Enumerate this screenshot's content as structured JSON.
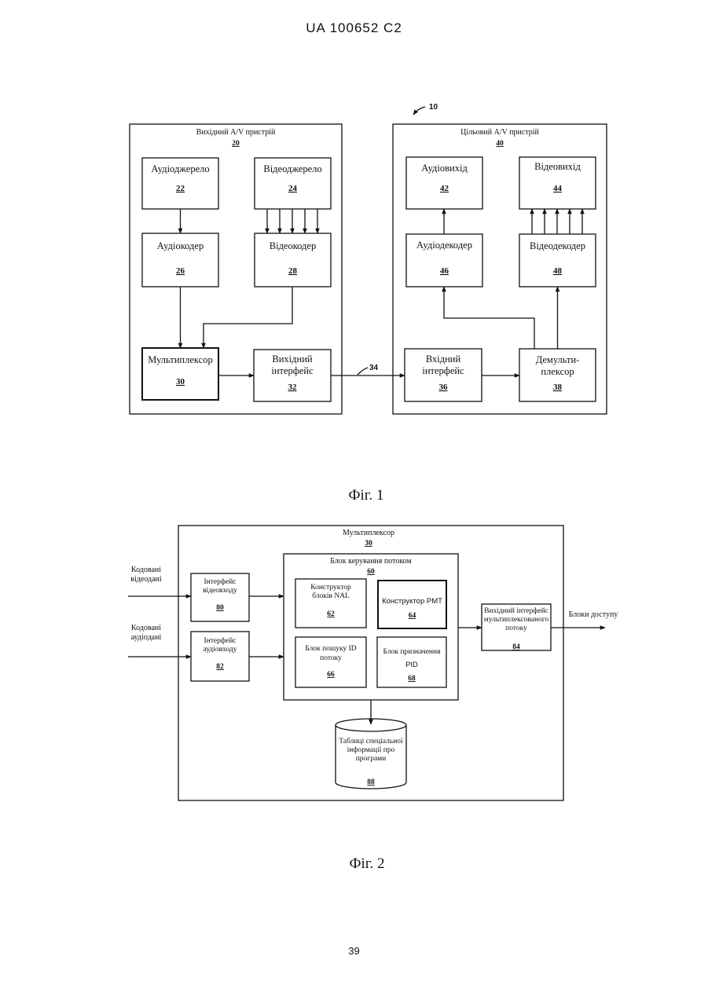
{
  "header": "UA   100652   C2",
  "page_number": "39",
  "fig1": {
    "ref": "10",
    "caption": "Фіг. 1",
    "line_ref": "34",
    "source": {
      "title": "Вихідний A/V пристрій",
      "num": "20",
      "audio_source": {
        "label": "Аудіоджерело",
        "num": "22"
      },
      "video_source": {
        "label": "Відеоджерело",
        "num": "24"
      },
      "audio_encoder": {
        "label": "Аудіокодер",
        "num": "26"
      },
      "video_encoder": {
        "label": "Відеокодер",
        "num": "28"
      },
      "multiplexer": {
        "label": "Мультиплексор",
        "num": "30"
      },
      "output_interface": {
        "line1": "Вихідний",
        "line2": "інтерфейс",
        "num": "32"
      }
    },
    "destination": {
      "title": "Цільовий A/V пристрій",
      "num": "40",
      "audio_output": {
        "label": "Аудіовихід",
        "num": "42"
      },
      "video_output": {
        "label": "Відеовихід",
        "num": "44"
      },
      "audio_decoder": {
        "label": "Аудіодекодер",
        "num": "46"
      },
      "video_decoder": {
        "label": "Відеодекодер",
        "num": "48"
      },
      "input_interface": {
        "line1": "Вхідний",
        "line2": "інтерфейс",
        "num": "36"
      },
      "demultiplexer": {
        "line1": "Демульти-",
        "line2": "плексор",
        "num": "38"
      }
    }
  },
  "fig2": {
    "caption": "Фіг. 2",
    "multiplexer": {
      "title": "Мультиплексор",
      "num": "30"
    },
    "coded_video": {
      "line1": "Кодовані",
      "line2": "відеодані"
    },
    "coded_audio": {
      "line1": "Кодовані",
      "line2": "аудіодані"
    },
    "video_input_interface": {
      "line1": "Інтерфейс",
      "line2": "відеовходу",
      "num": "80"
    },
    "audio_input_interface": {
      "line1": "Інтерфейс",
      "line2": "аудіовходу",
      "num": "82"
    },
    "stream_control": {
      "title": "Блок керування потоком",
      "num": "60"
    },
    "nal_constructor": {
      "line1": "Конструктор",
      "line2": "блоків NAL",
      "num": "62"
    },
    "pmt_constructor": {
      "label": "Конструктор PMT",
      "num": "64"
    },
    "stream_id_lookup": {
      "line1": "Блок пошуку ID",
      "line2": "потоку",
      "num": "66"
    },
    "pid_assignment": {
      "line1": "Блок призначення",
      "line2": "PID",
      "num": "68"
    },
    "output_interface": {
      "line1": "Вихідний інтерфейс",
      "line2": "мультиплексованого",
      "line3": "потоку",
      "num": "84"
    },
    "access_units": "Блоки доступу",
    "psi_tables": {
      "line1": "Таблиці спеціальної",
      "line2": "інформації про",
      "line3": "програми",
      "num": "88"
    }
  }
}
